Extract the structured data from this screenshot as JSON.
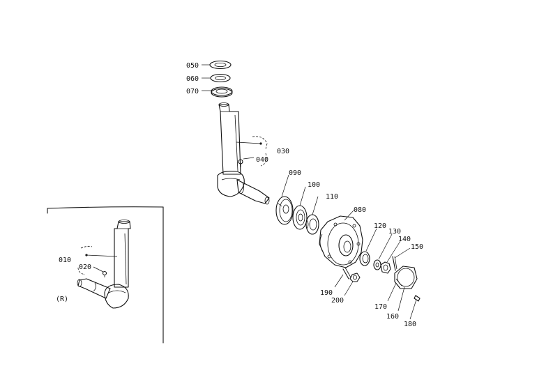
{
  "labels": {
    "p050": "050",
    "p060": "060",
    "p070": "070",
    "p030": "030",
    "p040": "040",
    "p090": "090",
    "p100": "100",
    "p110": "110",
    "p080": "080",
    "p120": "120",
    "p130": "130",
    "p140": "140",
    "p150": "150",
    "p190": "190",
    "p200": "200",
    "p170": "170",
    "p160": "160",
    "p180": "180",
    "p010": "010",
    "p020": "020",
    "inset_tag": "(R)"
  }
}
